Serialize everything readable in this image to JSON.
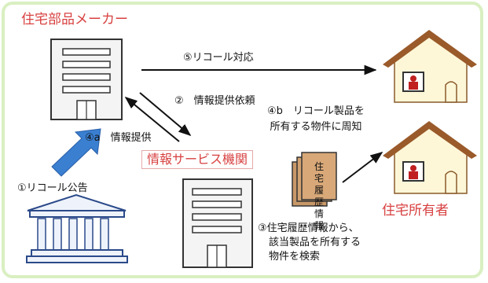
{
  "manufacturer_title": "住宅部品メーカー",
  "owner_title": "住宅所有者",
  "info_org": "情報サービス機関",
  "step1": "①リコール公告",
  "step2": "②　情報提供依頼",
  "step3": [
    "③住宅履歴情報から、",
    "該当製品を所有する",
    "物件を検索"
  ],
  "step4a": "④a　情報提供",
  "step4b": [
    "④b　リコール製品を",
    "所有する物件に周知"
  ],
  "step5": "⑤リコール対応",
  "records_label": [
    "住宅",
    "履歴",
    "情報"
  ],
  "colors": {
    "frame_border": "#d9efc1",
    "accent_red": "#d84040",
    "house_roof": "#9a5a2a",
    "house_wall": "#fdf7d8",
    "arrow_blue": "#3a7fd0",
    "building_fill": "#f4f4f4",
    "building_stroke": "#333333",
    "document_fill": "#d8a878"
  },
  "icons": [
    "manufacturer-building-icon",
    "government-building-icon",
    "info-service-building-icon",
    "house-icon",
    "house-icon",
    "document-stack-icon",
    "person-icon"
  ]
}
